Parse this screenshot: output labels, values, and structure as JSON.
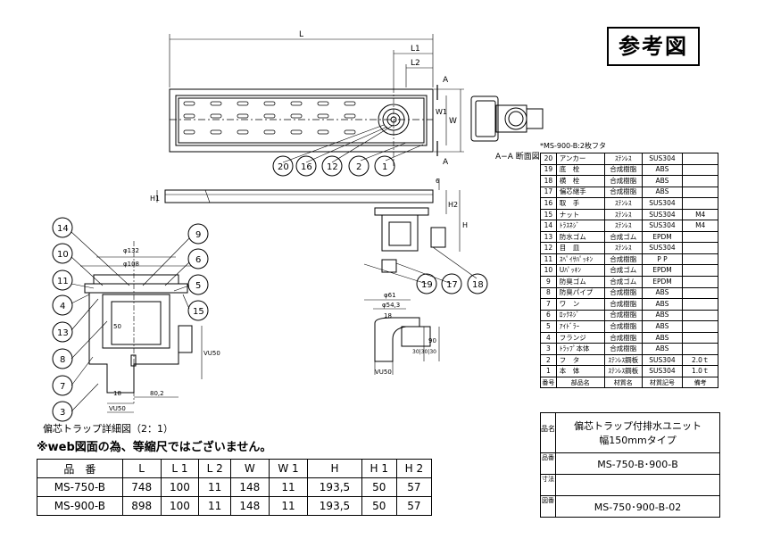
{
  "stamp": "参考図",
  "parts_note": "*MS-900-B:2枚フタ",
  "parts_table": {
    "rows": [
      {
        "no": "20",
        "name": "アンカー",
        "material": "ｽﾃﾝﾚｽ",
        "code": "SUS304",
        "remark": ""
      },
      {
        "no": "19",
        "name": "底　栓",
        "material": "合成樹脂",
        "code": "ABS",
        "remark": ""
      },
      {
        "no": "18",
        "name": "横　栓",
        "material": "合成樹脂",
        "code": "ABS",
        "remark": ""
      },
      {
        "no": "17",
        "name": "偏芯継手",
        "material": "合成樹脂",
        "code": "ABS",
        "remark": ""
      },
      {
        "no": "16",
        "name": "取　手",
        "material": "ｽﾃﾝﾚｽ",
        "code": "SUS304",
        "remark": ""
      },
      {
        "no": "15",
        "name": "ナット",
        "material": "ｽﾃﾝﾚｽ",
        "code": "SUS304",
        "remark": "M4"
      },
      {
        "no": "14",
        "name": "ﾄﾗｽﾈｼﾞ",
        "material": "ｽﾃﾝﾚｽ",
        "code": "SUS304",
        "remark": "M4"
      },
      {
        "no": "13",
        "name": "防水ゴム",
        "material": "合成ゴム",
        "code": "EPDM",
        "remark": ""
      },
      {
        "no": "12",
        "name": "目　皿",
        "material": "ｽﾃﾝﾚｽ",
        "code": "SUS304",
        "remark": ""
      },
      {
        "no": "11",
        "name": "ｽﾍﾟｲｻﾊﾟｯｷﾝ",
        "material": "合成樹脂",
        "code": "P P",
        "remark": ""
      },
      {
        "no": "10",
        "name": "Uﾊﾟｯｷﾝ",
        "material": "合成ゴム",
        "code": "EPDM",
        "remark": ""
      },
      {
        "no": "9",
        "name": "防臭ゴム",
        "material": "合成ゴム",
        "code": "EPDM",
        "remark": ""
      },
      {
        "no": "8",
        "name": "防臭パイプ",
        "material": "合成樹脂",
        "code": "ABS",
        "remark": ""
      },
      {
        "no": "7",
        "name": "ワ　ン",
        "material": "合成樹脂",
        "code": "ABS",
        "remark": ""
      },
      {
        "no": "6",
        "name": "ﾛｯｸﾈｼﾞ",
        "material": "合成樹脂",
        "code": "ABS",
        "remark": ""
      },
      {
        "no": "5",
        "name": "ｱｲﾄﾞﾗｰ",
        "material": "合成樹脂",
        "code": "ABS",
        "remark": ""
      },
      {
        "no": "4",
        "name": "フランジ",
        "material": "合成樹脂",
        "code": "ABS",
        "remark": ""
      },
      {
        "no": "3",
        "name": "ﾄﾗｯﾌﾟ本体",
        "material": "合成樹脂",
        "code": "ABS",
        "remark": ""
      },
      {
        "no": "2",
        "name": "フ　タ",
        "material": "ｽﾃﾝﾚｽ鋼板",
        "code": "SUS304",
        "remark": "2.0ｔ"
      },
      {
        "no": "1",
        "name": "本　体",
        "material": "ｽﾃﾝﾚｽ鋼板",
        "code": "SUS304",
        "remark": "1.0ｔ"
      }
    ],
    "header": {
      "no": "番号",
      "name": "部品名",
      "material": "材質名",
      "code": "材質記号",
      "remark": "備考"
    }
  },
  "title_block": {
    "name_label": "品名",
    "name_line1": "偏芯トラップ付排水ユニット",
    "name_line2": "幅150mmタイプ",
    "model_label": "品番",
    "model": "MS-750-B･900-B",
    "size_label": "寸法",
    "size": "",
    "drawing_label": "図番",
    "drawing": "MS-750･900-B-02"
  },
  "labels": {
    "section": "A−A 断面図",
    "detail_caption": "偏芯トラップ詳細図（2：1）",
    "web_note": "※web図面の為、等縮尺ではございません。"
  },
  "dims_table": {
    "headers": [
      "品　番",
      "L",
      "L 1",
      "L 2",
      "W",
      "W 1",
      "H",
      "H 1",
      "H 2"
    ],
    "rows": [
      [
        "MS-750-B",
        "748",
        "100",
        "11",
        "148",
        "11",
        "193,5",
        "50",
        "57"
      ],
      [
        "MS-900-B",
        "898",
        "100",
        "11",
        "148",
        "11",
        "193,5",
        "50",
        "57"
      ]
    ]
  },
  "drawing": {
    "dim_L": "L",
    "dim_L1": "L1",
    "dim_L2": "L2",
    "dim_W": "W",
    "dim_W1": "W1",
    "dim_H": "H",
    "dim_H1": "H1",
    "dim_H2": "H2",
    "dim_6": "6",
    "sect_A": "A",
    "d132": "φ132",
    "d108": "φ108",
    "d61": "φ61",
    "d54": "φ54,3",
    "d18a": "18",
    "d18b": "18",
    "d802": "80,2",
    "d50": "50",
    "vu50a": "VU50",
    "vu50b": "VU50",
    "vu50c": "VU50",
    "d90": "90",
    "d303030": "30|30|30",
    "callouts_top": [
      "20",
      "16",
      "12",
      "2",
      "1"
    ],
    "callouts_detail": [
      "14",
      "10",
      "11",
      "4",
      "13",
      "8",
      "7",
      "3",
      "9",
      "6",
      "5",
      "15"
    ],
    "callouts_side": [
      "19",
      "17",
      "18"
    ]
  }
}
